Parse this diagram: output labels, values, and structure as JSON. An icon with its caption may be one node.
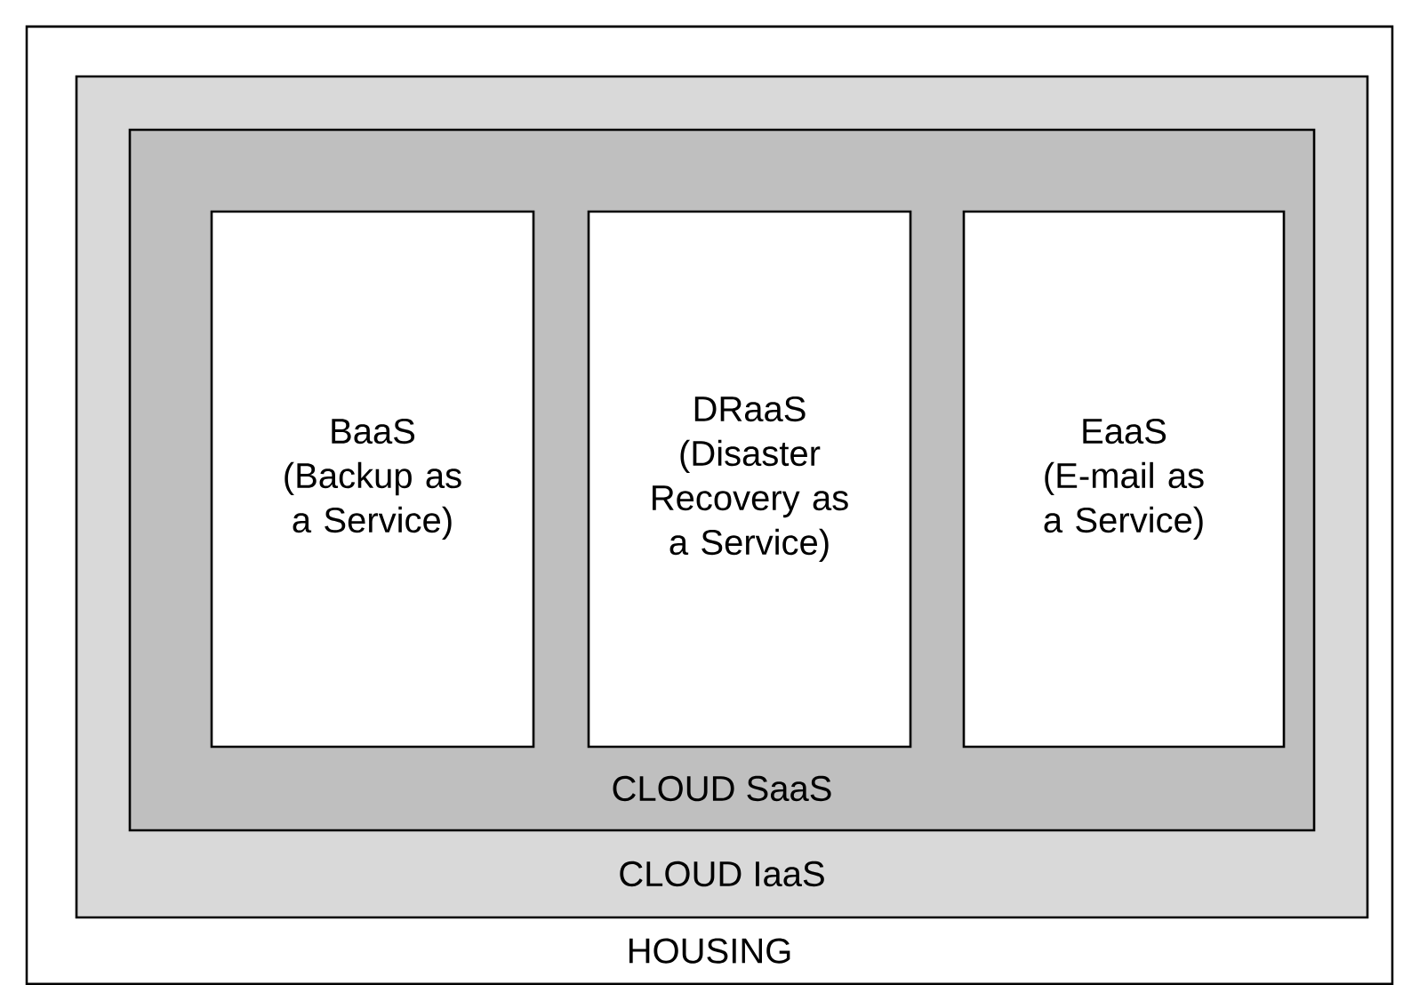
{
  "diagram": {
    "nodes": [
      {
        "text": [
          "HOUSING"
        ]
      },
      {
        "text": [
          "CLOUD IaaS"
        ],
        "in": 0
      },
      {
        "text": [
          "CLOUD SaaS"
        ],
        "in": 1
      },
      {
        "text": [
          "BaaS",
          "(Backup as a Service)"
        ],
        "in": 2
      },
      {
        "text": [
          "DRaaS",
          "(Disaster Recovery as a Service)"
        ],
        "in": 2
      },
      {
        "text": [
          "EaaS",
          "(E-mail as a Service)"
        ],
        "in": 2
      }
    ]
  }
}
